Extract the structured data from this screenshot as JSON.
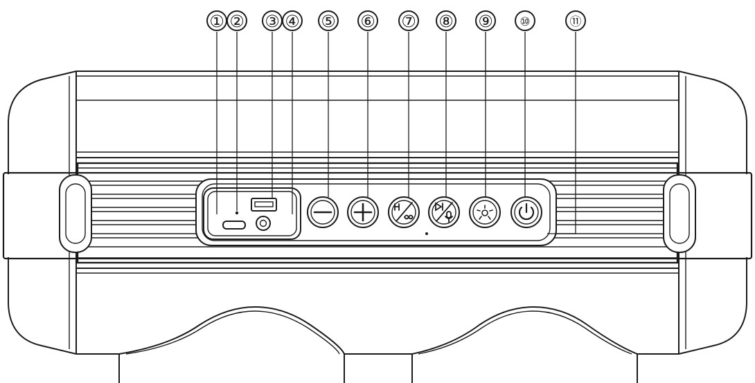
{
  "callouts": [
    {
      "label": "①",
      "target": "pointer-1"
    },
    {
      "label": "②",
      "target": "pointer-2"
    },
    {
      "label": "③",
      "target": "pointer-3"
    },
    {
      "label": "④",
      "target": "pointer-4"
    },
    {
      "label": "⑤",
      "target": "minus-button"
    },
    {
      "label": "⑥",
      "target": "plus-button"
    },
    {
      "label": "⑦",
      "target": "mode-button"
    },
    {
      "label": "⑧",
      "target": "play-mic-button"
    },
    {
      "label": "⑨",
      "target": "light-button"
    },
    {
      "label": "⑩",
      "target": "power-button"
    },
    {
      "label": "⑪",
      "target": "pointer-11"
    }
  ],
  "colors": {
    "line": "#1a1a1a",
    "background": "#ffffff"
  },
  "icons": [
    "minus-icon",
    "plus-icon",
    "mode-icon",
    "play-mic-icon",
    "light-icon",
    "power-icon",
    "usb-port-icon",
    "aux-jack-icon",
    "micro-usb-port-icon"
  ]
}
